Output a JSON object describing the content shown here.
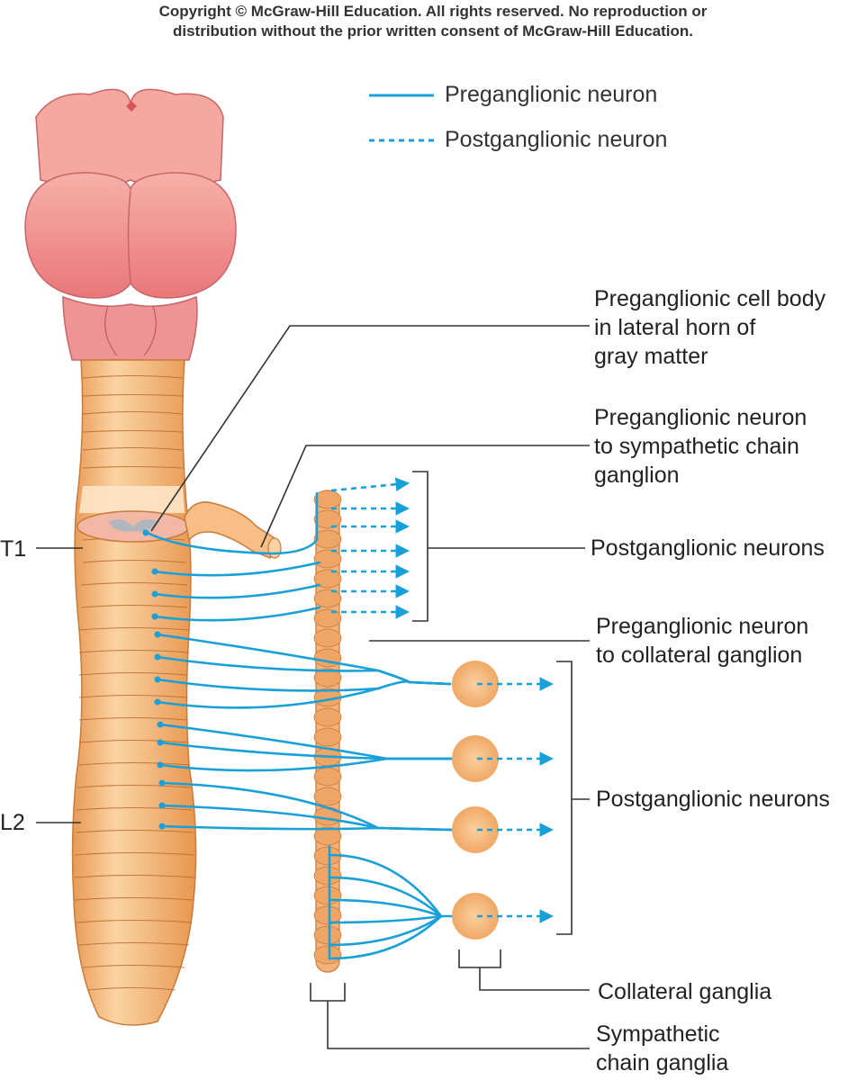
{
  "copyright": {
    "line1": "Copyright © McGraw-Hill Education. All rights reserved. No reproduction or",
    "line2": "distribution without the prior written consent of McGraw-Hill Education."
  },
  "legend": {
    "pre": "Preganglionic neuron",
    "post": "Postganglionic neuron"
  },
  "labels": {
    "t1": "T1",
    "l2": "L2",
    "cell_body": [
      "Preganglionic cell body",
      "in lateral horn of",
      "gray matter"
    ],
    "pre_chain": [
      "Preganglionic neuron",
      "to sympathetic chain",
      "ganglion"
    ],
    "post_top": "Postganglionic neurons",
    "pre_collateral": [
      "Preganglionic neuron",
      "to collateral ganglion"
    ],
    "post_bottom": "Postganglionic neurons",
    "collateral_ganglia": "Collateral ganglia",
    "chain_ganglia": [
      "Sympathetic",
      "chain ganglia"
    ]
  },
  "colors": {
    "neuron": "#1aa0d8",
    "cord": "#f6c08c",
    "brainstem": "#ef8f8f",
    "leader": "#333333"
  }
}
